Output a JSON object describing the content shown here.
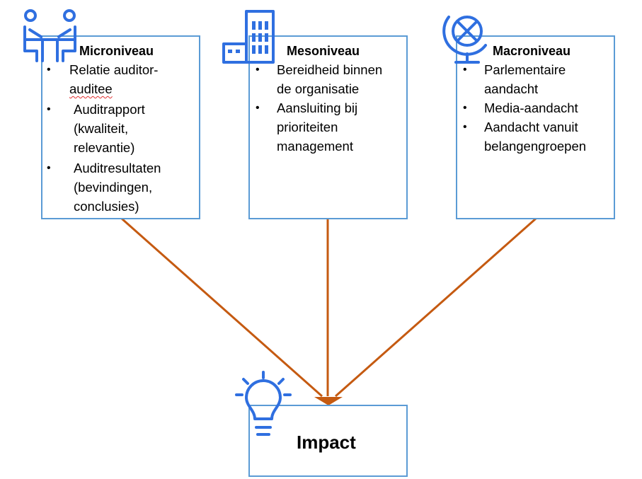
{
  "colors": {
    "box_border": "#5b9bd5",
    "icon": "#2f6fe0",
    "arrow": "#c55a11"
  },
  "boxes": [
    {
      "title": "Microniveau",
      "icon": "people-meeting-icon",
      "items": [
        {
          "lines": [
            "Relatie auditor-",
            "auditee"
          ]
        },
        {
          "lines": [
            "Auditrapport",
            "(kwaliteit,",
            "relevantie)"
          ]
        },
        {
          "lines": [
            "Auditresultaten",
            "(bevindingen,",
            "conclusies)"
          ]
        }
      ]
    },
    {
      "title": "Mesoniveau",
      "icon": "building-icon",
      "items": [
        {
          "lines": [
            "Bereidheid binnen",
            "de organisatie"
          ]
        },
        {
          "lines": [
            "Aansluiting bij",
            "prioriteiten",
            "management"
          ]
        }
      ]
    },
    {
      "title": "Macroniveau",
      "icon": "globe-icon",
      "items": [
        {
          "lines": [
            "Parlementaire",
            "aandacht"
          ]
        },
        {
          "lines": [
            "Media-aandacht"
          ]
        },
        {
          "lines": [
            "Aandacht vanuit",
            "belangengroepen"
          ]
        }
      ]
    }
  ],
  "impact": {
    "title": "Impact",
    "icon": "lightbulb-icon"
  },
  "bullet_char": "•"
}
